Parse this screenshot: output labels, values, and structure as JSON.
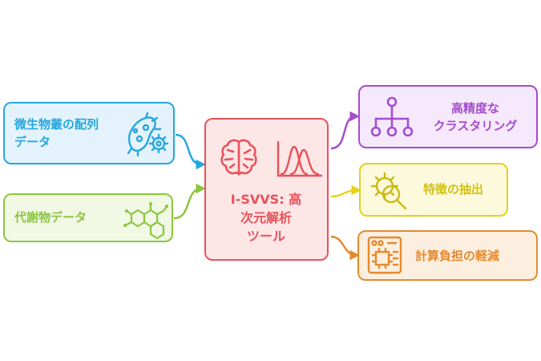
{
  "colors": {
    "blue": "#26a7df",
    "blue_bg": "#e4f3fb",
    "green": "#8cc63f",
    "green_bg": "#f1f8e4",
    "red": "#e8525a",
    "red_bg": "#fde6e6",
    "purple": "#a54dcf",
    "purple_bg": "#f6e9fb",
    "yellow": "#e5d21a",
    "yellow_bg": "#fcf9dd",
    "orange": "#e68a2e",
    "orange_bg": "#fdefe0"
  },
  "inputs": [
    {
      "id": "microbiome",
      "label": "微生物叢の配列\nデータ",
      "icon": "bacteria-icon"
    },
    {
      "id": "metabolite",
      "label": "代謝物データ",
      "icon": "molecule-icon"
    }
  ],
  "center": {
    "label": "I-SVVS: 高\n次元解析\nツール",
    "icons": [
      "brain-icon",
      "distribution-chart-icon"
    ]
  },
  "outputs": [
    {
      "id": "clustering",
      "label": "高精度な\nクラスタリング",
      "icon": "hierarchy-icon"
    },
    {
      "id": "features",
      "label": "特徴の抽出",
      "icon": "virus-search-icon"
    },
    {
      "id": "compute",
      "label": "計算負担の軽減",
      "icon": "chip-icon"
    }
  ]
}
